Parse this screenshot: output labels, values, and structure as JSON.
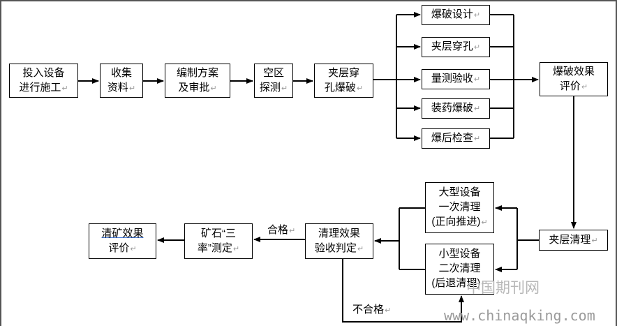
{
  "nodes": {
    "n1": {
      "lines": [
        "投入设备",
        "进行施工"
      ]
    },
    "n2": {
      "lines": [
        "收集",
        "资料"
      ]
    },
    "n3": {
      "lines": [
        "编制方案",
        "及审批"
      ]
    },
    "n4": {
      "lines": [
        "空区",
        "探测"
      ]
    },
    "n5": {
      "lines": [
        "夹层穿",
        "孔爆破"
      ]
    },
    "b1": {
      "lines": [
        "爆破设计"
      ]
    },
    "b2": {
      "lines": [
        "夹层穿孔"
      ]
    },
    "b3": {
      "lines": [
        "量测验收"
      ]
    },
    "b4": {
      "lines": [
        "装药爆破"
      ]
    },
    "b5": {
      "lines": [
        "爆后检查"
      ]
    },
    "n6": {
      "lines": [
        "爆破效果",
        "评价"
      ]
    },
    "n7": {
      "lines": [
        "夹层清理"
      ]
    },
    "c1": {
      "lines": [
        "大型设备",
        "一次清理",
        "(正向推进)"
      ]
    },
    "c2": {
      "lines": [
        "小型设备",
        "二次清理",
        "(后退清理)"
      ]
    },
    "n8": {
      "lines": [
        "清理效果",
        "验收判定"
      ]
    },
    "n9": {
      "lines": [
        "矿石“三",
        "率”测定"
      ]
    },
    "n10": {
      "lines": [
        "清矿效果",
        "评价"
      ]
    }
  },
  "return_mark": "↵",
  "edge_labels": {
    "pass": "合格",
    "fail": "不合格"
  },
  "watermark": {
    "cn": "中国期刊网",
    "url": "www.chinaqking.com"
  }
}
